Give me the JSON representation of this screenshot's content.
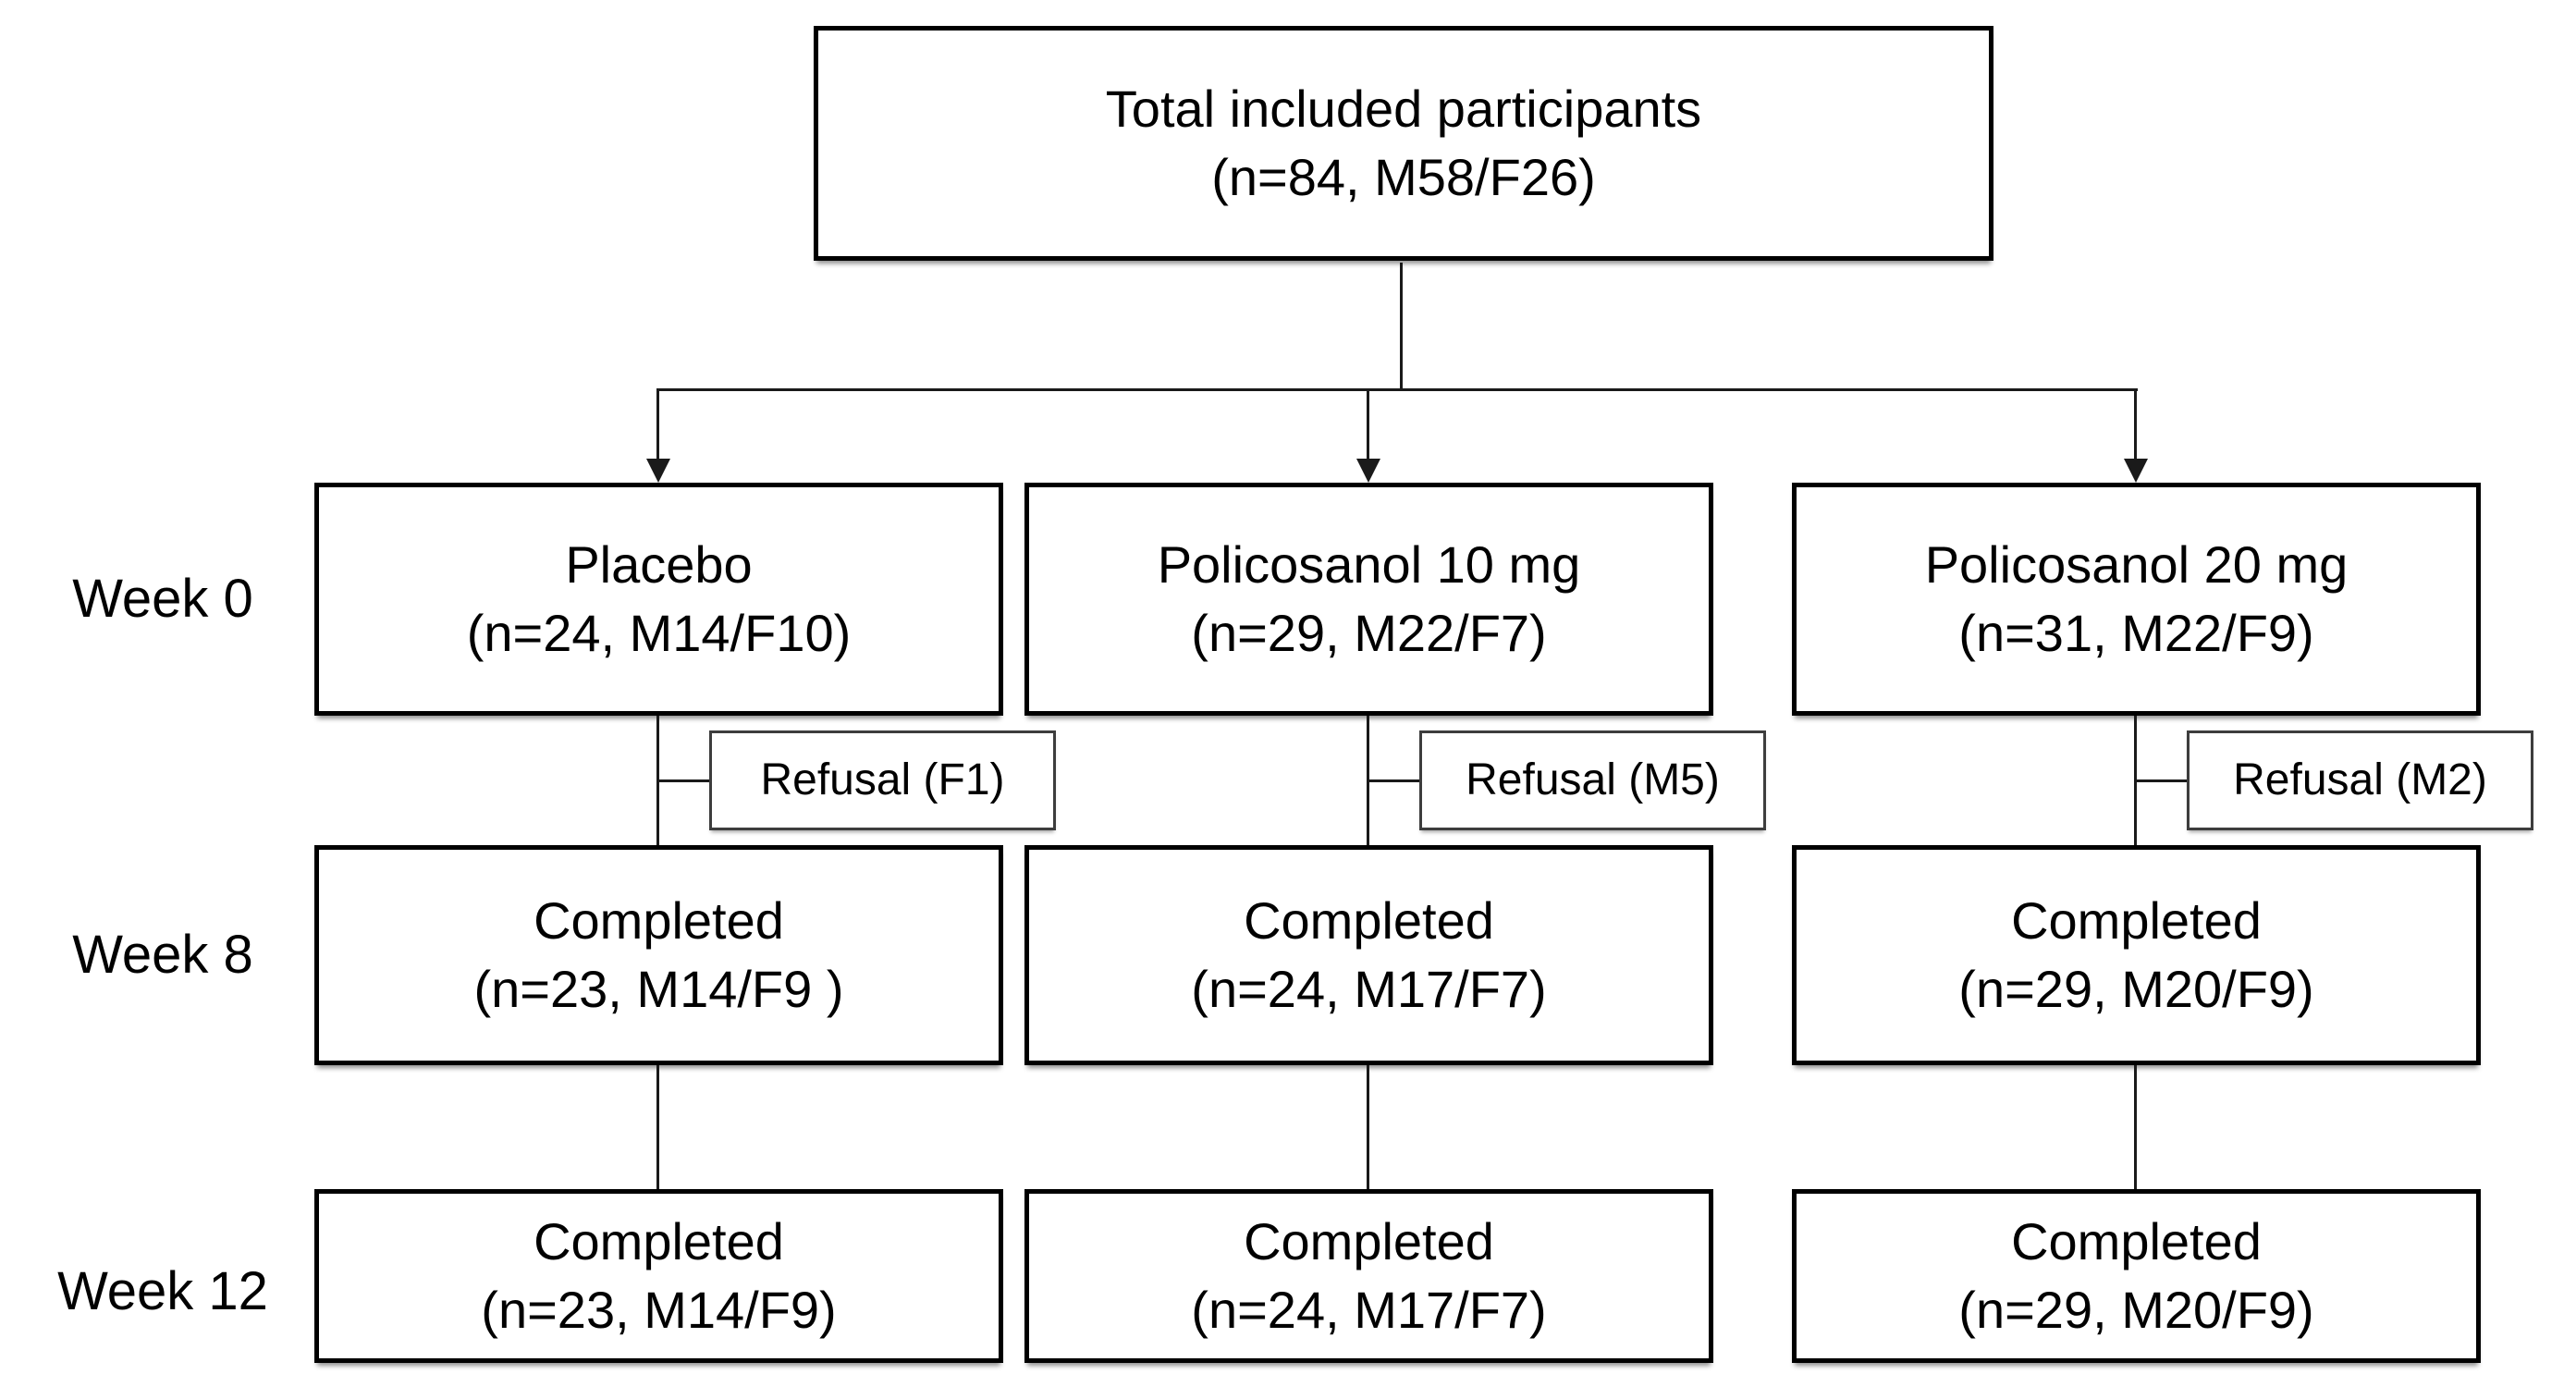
{
  "figure": {
    "type": "participant-flow-diagram",
    "background_color": "#ffffff",
    "box_border_color": "#000000",
    "refusal_border_color": "#3d3d3d",
    "line_color": "#1a1a1a",
    "text_color": "#000000"
  },
  "top_box": {
    "line1": "Total included participants",
    "line2": "(n=84, M58/F26)"
  },
  "row_labels": {
    "week0": "Week 0",
    "week8": "Week 8",
    "week12": "Week 12"
  },
  "columns": [
    {
      "name": "placebo",
      "week0": {
        "line1": "Placebo",
        "line2": "(n=24, M14/F10)"
      },
      "refusal": "Refusal (F1)",
      "week8": {
        "line1": "Completed",
        "line2": "(n=23, M14/F9 )"
      },
      "week12": {
        "line1": "Completed",
        "line2": "(n=23, M14/F9)"
      }
    },
    {
      "name": "policosanol-10mg",
      "week0": {
        "line1": "Policosanol 10 mg",
        "line2": "(n=29, M22/F7)"
      },
      "refusal": "Refusal (M5)",
      "week8": {
        "line1": "Completed",
        "line2": "(n=24, M17/F7)"
      },
      "week12": {
        "line1": "Completed",
        "line2": "(n=24, M17/F7)"
      }
    },
    {
      "name": "policosanol-20mg",
      "week0": {
        "line1": "Policosanol 20 mg",
        "line2": "(n=31, M22/F9)"
      },
      "refusal": "Refusal (M2)",
      "week8": {
        "line1": "Completed",
        "line2": "(n=29, M20/F9)"
      },
      "week12": {
        "line1": "Completed",
        "line2": "(n=29, M20/F9)"
      }
    }
  ]
}
